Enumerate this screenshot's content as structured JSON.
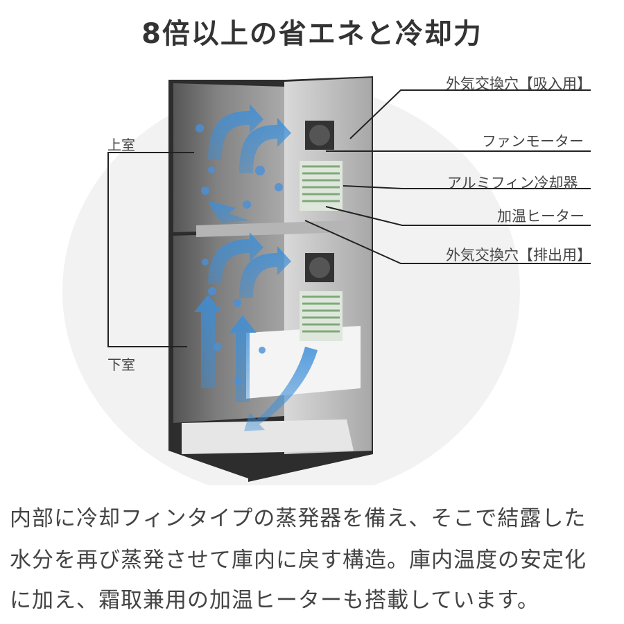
{
  "headline": "8倍以上の省エネと冷却力",
  "callouts": [
    "外気交換穴【吸入用】",
    "ファンモーター",
    "アルミフィン冷却器",
    "加温ヒーター",
    "外気交換穴【排出用】"
  ],
  "rooms": {
    "upper": "上室",
    "lower": "下室"
  },
  "description": [
    "内部に冷却フィンタイプの蒸発器を備え、そこで結露した",
    "水分を再び蒸発させて庫内に戻す構造。庫内温度の安定化",
    "に加え、霜取兼用の加温ヒーターも搭載しています。"
  ],
  "colors": {
    "airflow": "#3d8fd8",
    "cabinet": "#3a3a3a",
    "text": "#444444"
  }
}
